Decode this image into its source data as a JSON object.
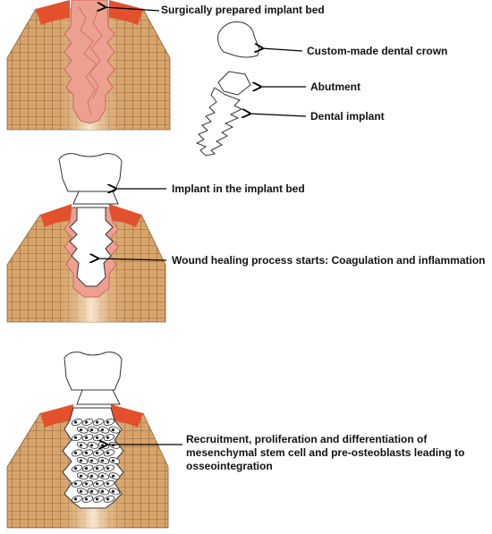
{
  "labels": {
    "implant_bed": "Surgically prepared implant bed",
    "crown": "Custom-made dental crown",
    "abutment": "Abutment",
    "implant": "Dental implant",
    "implant_in_bed": "Implant in the implant bed",
    "wound_healing": "Wound healing process starts: Coagulation and inflammation",
    "osseointegration": "Recruitment, proliferation and differentiation of mesenchymal stem cell and pre-osteoblasts leading to osseointegration"
  },
  "colors": {
    "bone": "#d9a56a",
    "bone_grid": "#6b4a2a",
    "gum": "#e2502c",
    "tissue": "#eea090",
    "tissue_dark": "#c9665a",
    "outline": "#333333"
  }
}
